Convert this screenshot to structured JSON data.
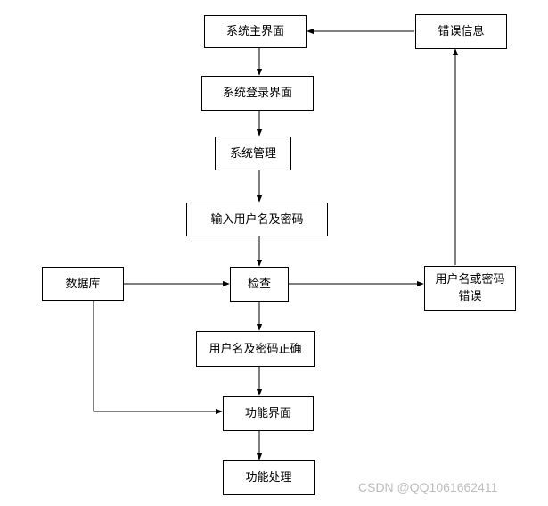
{
  "nodes": {
    "main_screen": "系统主界面",
    "login_screen": "系统登录界面",
    "system_manage": "系统管理",
    "input_credentials": "输入用户名及密码",
    "database": "数据库",
    "check": "检查",
    "credentials_wrong": "用户名或密码错误",
    "error_info": "错误信息",
    "credentials_correct": "用户名及密码正确",
    "function_screen": "功能界面",
    "function_process": "功能处理"
  },
  "watermark": "CSDN @QQ1061662411",
  "colors": {
    "line": "#000000",
    "watermark": "#bdbdbd"
  }
}
